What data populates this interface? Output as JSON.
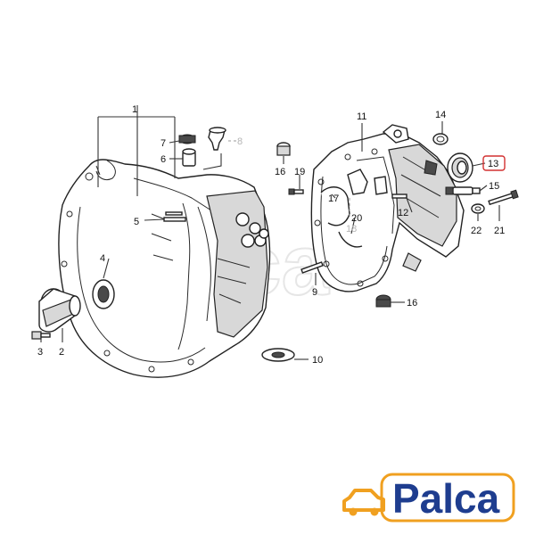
{
  "callouts": [
    {
      "id": "1",
      "label": "1"
    },
    {
      "id": "2",
      "label": "2"
    },
    {
      "id": "3",
      "label": "3"
    },
    {
      "id": "4",
      "label": "4"
    },
    {
      "id": "5",
      "label": "5"
    },
    {
      "id": "6",
      "label": "6"
    },
    {
      "id": "7",
      "label": "7"
    },
    {
      "id": "8",
      "label": "8",
      "style": "ghost"
    },
    {
      "id": "9",
      "label": "9"
    },
    {
      "id": "10",
      "label": "10"
    },
    {
      "id": "11",
      "label": "11"
    },
    {
      "id": "12",
      "label": "12"
    },
    {
      "id": "13",
      "label": "13",
      "highlighted": true
    },
    {
      "id": "14",
      "label": "14"
    },
    {
      "id": "15",
      "label": "15"
    },
    {
      "id": "16a",
      "label": "16"
    },
    {
      "id": "16b",
      "label": "16"
    },
    {
      "id": "17",
      "label": "17"
    },
    {
      "id": "18",
      "label": "18",
      "style": "ghost"
    },
    {
      "id": "19",
      "label": "19"
    },
    {
      "id": "20",
      "label": "20"
    },
    {
      "id": "21",
      "label": "21"
    },
    {
      "id": "22",
      "label": "22"
    }
  ],
  "logo": {
    "text": "Palca",
    "icon": "car-icon"
  },
  "colors": {
    "logo_blue": "#1e3d8f",
    "logo_orange": "#f0a020",
    "highlight_red": "#d23030"
  }
}
